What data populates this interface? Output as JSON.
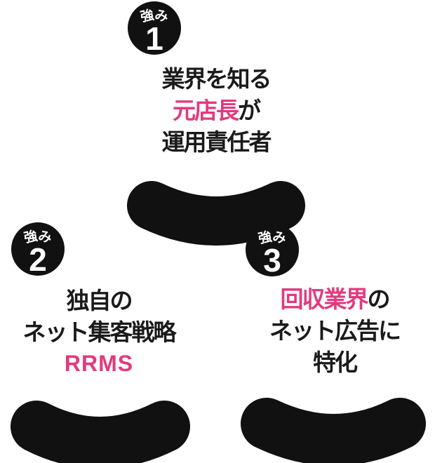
{
  "colors": {
    "background": "#ffffff",
    "black": "#111111",
    "text": "#1a1a1a",
    "pink": "#e23a7e",
    "white": "#ffffff"
  },
  "strengths": [
    {
      "badge": {
        "label": "強み",
        "label_chars": [
          "強",
          "み"
        ],
        "number": "1"
      },
      "lines": [
        {
          "segments": [
            {
              "text": "業界を知る",
              "pink": false
            }
          ]
        },
        {
          "segments": [
            {
              "text": "元店長",
              "pink": true
            },
            {
              "text": "が",
              "pink": false
            }
          ]
        },
        {
          "segments": [
            {
              "text": "運用責任者",
              "pink": false
            }
          ]
        }
      ]
    },
    {
      "badge": {
        "label": "強み",
        "label_chars": [
          "強",
          "み"
        ],
        "number": "2"
      },
      "lines": [
        {
          "segments": [
            {
              "text": "独自の",
              "pink": false
            }
          ]
        },
        {
          "segments": [
            {
              "text": "ネット集客戦略",
              "pink": false
            }
          ]
        },
        {
          "segments": [
            {
              "text": "RRMS",
              "pink": true
            }
          ]
        }
      ]
    },
    {
      "badge": {
        "label": "強み",
        "label_chars": [
          "強",
          "み"
        ],
        "number": "3"
      },
      "lines": [
        {
          "segments": [
            {
              "text": "回収業界",
              "pink": true
            },
            {
              "text": "の",
              "pink": false
            }
          ]
        },
        {
          "segments": [
            {
              "text": "ネット広告に",
              "pink": false
            }
          ]
        },
        {
          "segments": [
            {
              "text": "特化",
              "pink": false
            }
          ]
        }
      ]
    }
  ]
}
